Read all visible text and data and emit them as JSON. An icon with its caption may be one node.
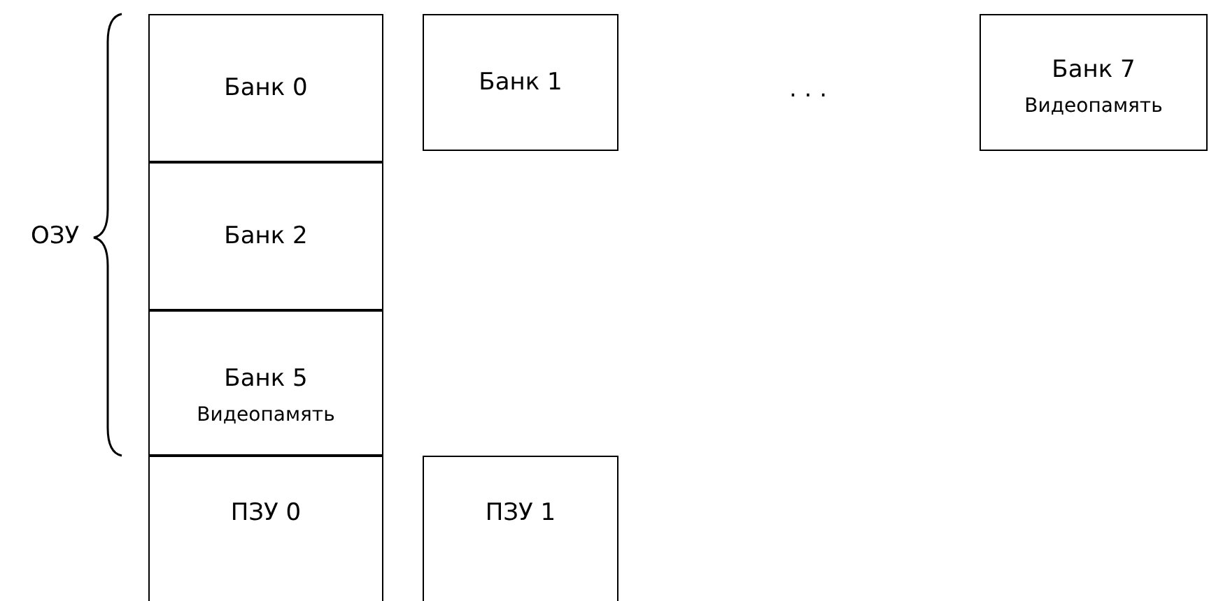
{
  "diagram": {
    "nodes": [
      {
        "text": [
          "Банк 0"
        ]
      },
      {
        "text": [
          "Банк 1"
        ]
      },
      {
        "text": [
          "Банк 7",
          "Видеопамять"
        ]
      },
      {
        "text": [
          "Банк 2"
        ]
      },
      {
        "text": [
          "Банк 5",
          "Видеопамять"
        ]
      },
      {
        "text": [
          "ПЗУ 0"
        ]
      },
      {
        "text": [
          "ПЗУ 1"
        ]
      }
    ],
    "labels": [
      "ОЗУ",
      ". . ."
    ]
  }
}
